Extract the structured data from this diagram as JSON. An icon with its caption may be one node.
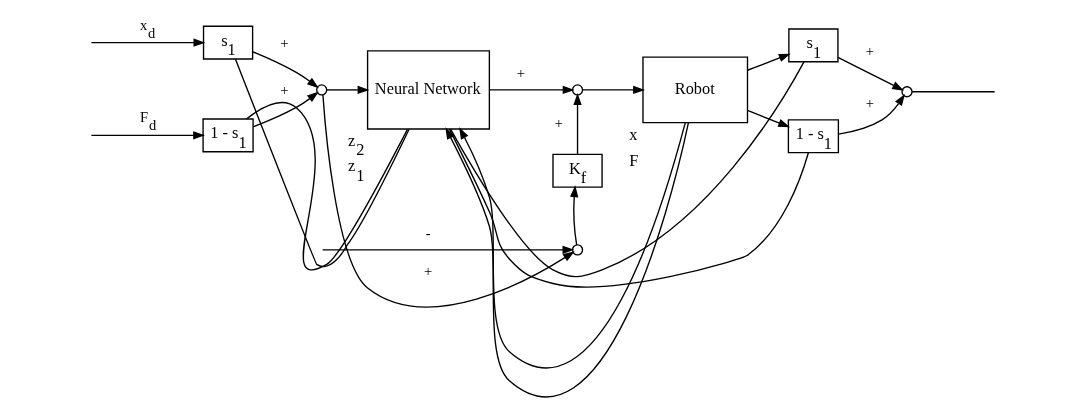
{
  "diagram": {
    "nodes": [
      {
        "text": [
          "s$_{1}$"
        ]
      },
      {
        "text": [
          "1 - s$_{1}$"
        ]
      },
      {
        "text": [],
        "shape": "circle"
      },
      {
        "text": [
          "Neural Network"
        ],
        "beside": [
          "z$_{2}$",
          "z$_{1}$"
        ]
      },
      {
        "text": [],
        "shape": "circle"
      },
      {
        "text": [
          "Robot"
        ],
        "beside": [
          "x",
          "F"
        ]
      },
      {
        "text": [
          "K$_{f}$"
        ]
      },
      {
        "text": [],
        "shape": "circle"
      },
      {
        "text": [
          "s$_{1}$"
        ]
      },
      {
        "text": [
          "1 - s$_{1}$"
        ]
      },
      {
        "text": [],
        "shape": "circle"
      }
    ],
    "edges": [
      {
        "from": null,
        "to": 0,
        "arrow": "to",
        "label": "x$_{d}$"
      },
      {
        "from": null,
        "to": 1,
        "arrow": "to",
        "label": "F$_{d}$"
      },
      {
        "from": 0,
        "to": 2,
        "arrow": "to",
        "label": "+"
      },
      {
        "from": 1,
        "to": 2,
        "arrow": "to",
        "label": "+"
      },
      {
        "from": 2,
        "to": 3,
        "arrow": "to"
      },
      {
        "from": 2,
        "to": 7,
        "arrow": "to",
        "label": "+"
      },
      {
        "from": 3,
        "to": 4,
        "arrow": "to",
        "label": "+"
      },
      {
        "from": 3,
        "to": 0,
        "arrow": "none"
      },
      {
        "from": 3,
        "to": 1,
        "arrow": "none"
      },
      {
        "from": 3,
        "to": 8,
        "arrow": "none"
      },
      {
        "from": 3,
        "to": 9,
        "arrow": "none"
      },
      {
        "from": 4,
        "to": 5,
        "arrow": "to"
      },
      {
        "from": 6,
        "to": 4,
        "arrow": "to",
        "label": "+"
      },
      {
        "from": 7,
        "to": 6,
        "arrow": "to"
      },
      {
        "from": 5,
        "to": 3,
        "arrow": "to"
      },
      {
        "from": 5,
        "to": 3,
        "arrow": "to"
      },
      {
        "from": 5,
        "to": 8,
        "arrow": "to"
      },
      {
        "from": 5,
        "to": 9,
        "arrow": "to"
      },
      {
        "from": 8,
        "to": 10,
        "arrow": "to",
        "label": "+"
      },
      {
        "from": 9,
        "to": 10,
        "arrow": "to",
        "label": "+"
      },
      {
        "from": 10,
        "to": null,
        "arrow": "none"
      },
      {
        "from": null,
        "to": 7,
        "arrow": "to",
        "label": "-"
      }
    ]
  }
}
